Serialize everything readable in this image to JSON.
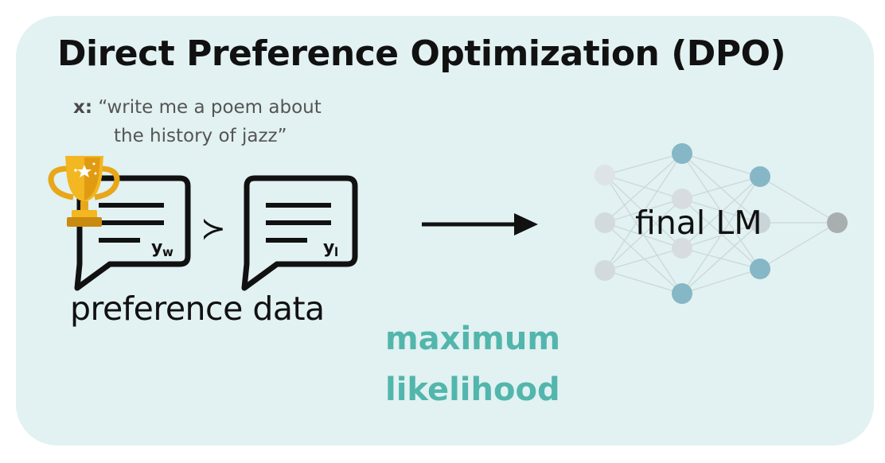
{
  "title": "Direct Preference Optimization (DPO)",
  "prompt": {
    "var": "x:",
    "line1": "“write me a poem about",
    "line2": "the history of jazz”"
  },
  "preferred_response": {
    "label": "y",
    "sub": "w"
  },
  "dispreferred_response": {
    "label": "y",
    "sub": "l"
  },
  "comparison_symbol": "≻",
  "preference_label": "preference data",
  "method_label": [
    "maximum",
    "likelihood"
  ],
  "model_label": "final LM",
  "colors": {
    "panel_bg": "#e2f1f1",
    "accent_teal": "#52b6ad",
    "node_blue": "#85b7c6",
    "node_gray": "#cdd5d9",
    "trophy_gold": "#e8a719",
    "ink": "#111111"
  },
  "icons": [
    "trophy-icon",
    "speech-bubble-icon",
    "arrow-right-icon",
    "neural-network-icon"
  ]
}
